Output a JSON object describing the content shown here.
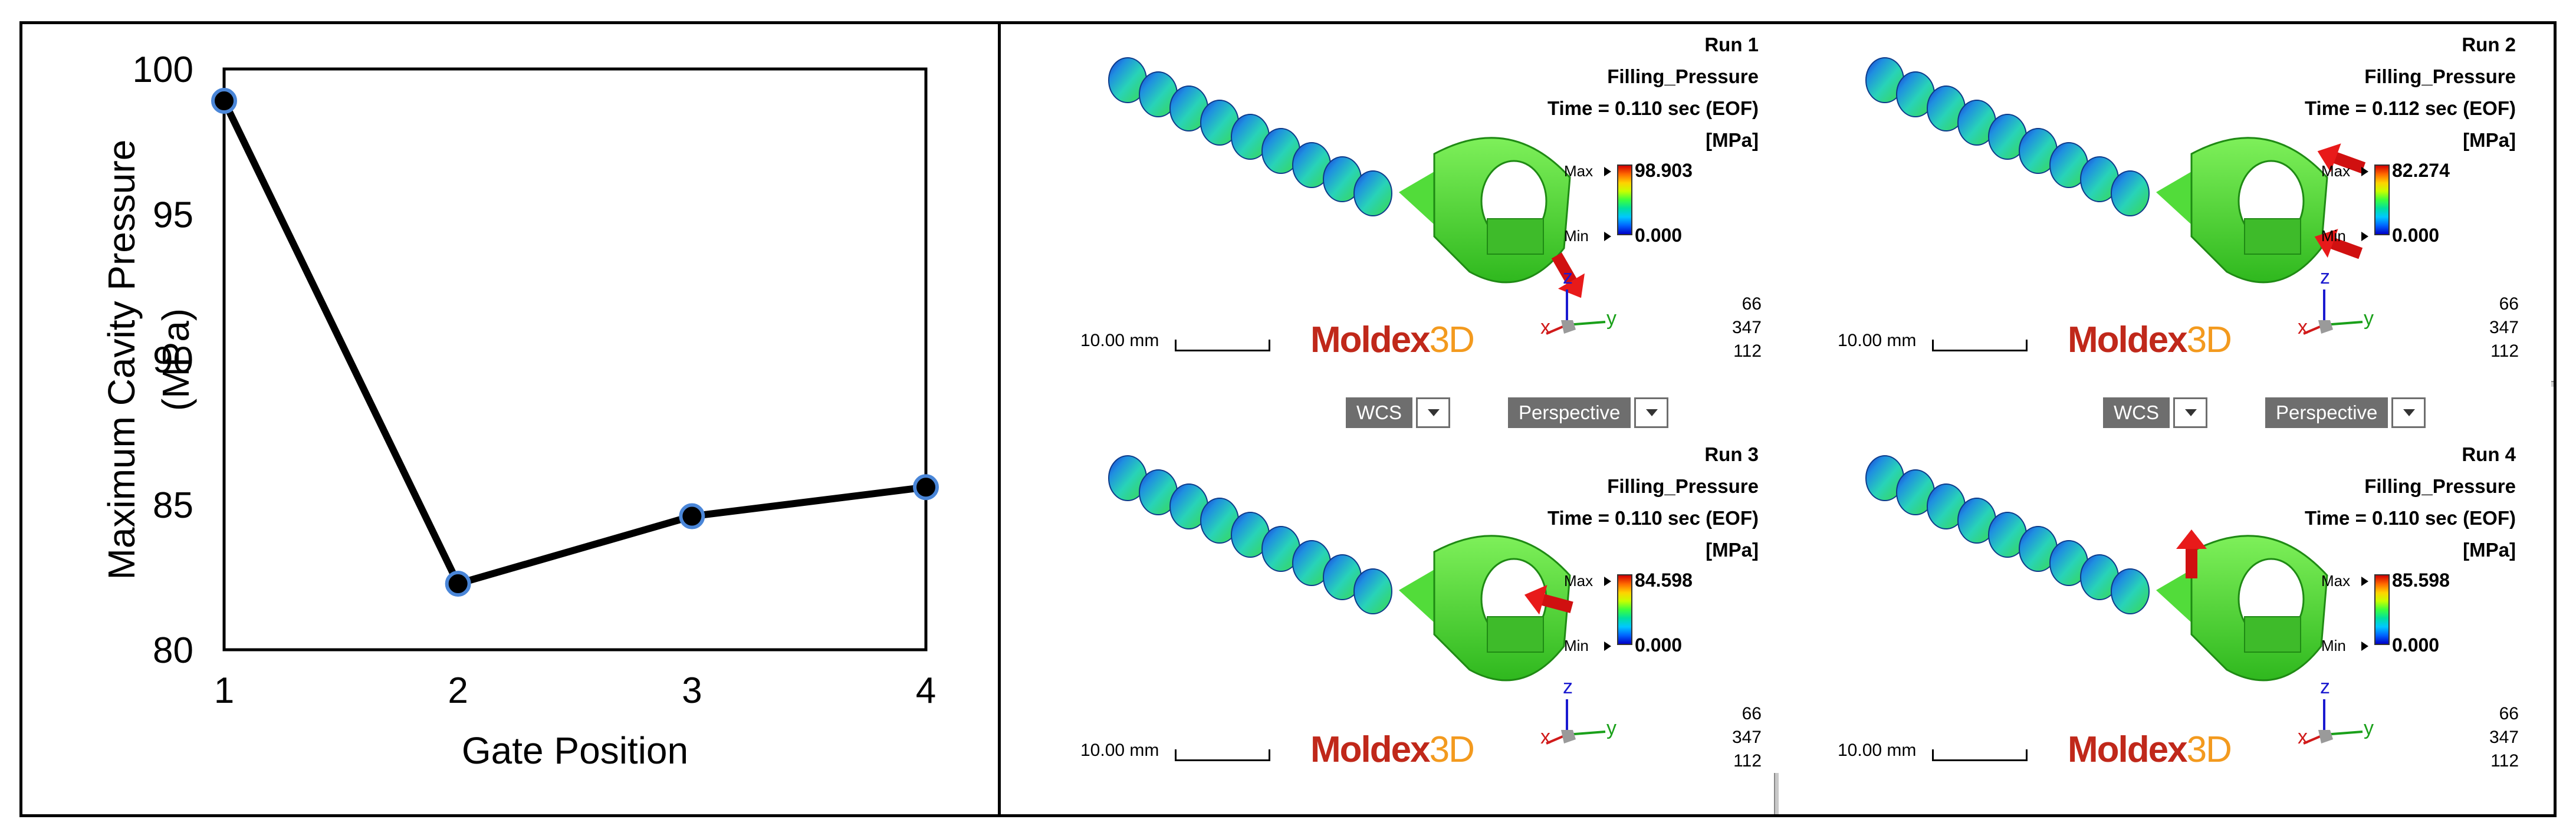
{
  "chart_data": {
    "type": "line",
    "categories": [
      "1",
      "2",
      "3",
      "4"
    ],
    "values": [
      98.903,
      82.274,
      84.598,
      85.598
    ],
    "xlabel": "Gate Position",
    "ylabel": "Maximum Cavity Pressure (MPa)",
    "ylim": [
      80,
      100
    ],
    "yticks": [
      "80",
      "85",
      "90",
      "95",
      "100"
    ],
    "grid": false,
    "line_color": "#000000",
    "marker_color": "#000000",
    "marker_edge_color": "#4a86d8"
  },
  "simulation": {
    "cells": [
      {
        "run": "Run 1",
        "result": "Filling_Pressure",
        "time": "Time = 0.110 sec (EOF)",
        "unit": "[MPa]",
        "max_label": "Max",
        "max": "98.903",
        "min_label": "Min",
        "min": "0.000",
        "counts": [
          "66",
          "347",
          "112"
        ],
        "scale": "10.00 mm",
        "logo_main": "Moldex",
        "logo_suffix": "3D",
        "axis_z": "z",
        "axis_y": "y",
        "axis_x": "x",
        "gates": [
          "bottom-tip"
        ]
      },
      {
        "run": "Run 2",
        "result": "Filling_Pressure",
        "time": "Time = 0.112 sec (EOF)",
        "unit": "[MPa]",
        "max_label": "Max",
        "max": "82.274",
        "min_label": "Min",
        "min": "0.000",
        "counts": [
          "66",
          "347",
          "112"
        ],
        "scale": "10.00 mm",
        "logo_main": "Moldex",
        "logo_suffix": "3D",
        "axis_z": "z",
        "axis_y": "y",
        "axis_x": "x",
        "gates": [
          "upper-arm",
          "lower-arm"
        ]
      },
      {
        "run": "Run 3",
        "result": "Filling_Pressure",
        "time": "Time = 0.110 sec (EOF)",
        "unit": "[MPa]",
        "max_label": "Max",
        "max": "84.598",
        "min_label": "Min",
        "min": "0.000",
        "counts": [
          "66",
          "347",
          "112"
        ],
        "scale": "10.00 mm",
        "logo_main": "Moldex",
        "logo_suffix": "3D",
        "axis_z": "z",
        "axis_y": "y",
        "axis_x": "x",
        "gates": [
          "inner-slot"
        ]
      },
      {
        "run": "Run 4",
        "result": "Filling_Pressure",
        "time": "Time = 0.110 sec (EOF)",
        "unit": "[MPa]",
        "max_label": "Max",
        "max": "85.598",
        "min_label": "Min",
        "min": "0.000",
        "counts": [
          "66",
          "347",
          "112"
        ],
        "scale": "10.00 mm",
        "logo_main": "Moldex",
        "logo_suffix": "3D",
        "axis_z": "z",
        "axis_y": "y",
        "axis_x": "x",
        "gates": [
          "neck-top"
        ]
      }
    ],
    "toolbar": {
      "wcs": "WCS",
      "view": "Perspective"
    }
  }
}
